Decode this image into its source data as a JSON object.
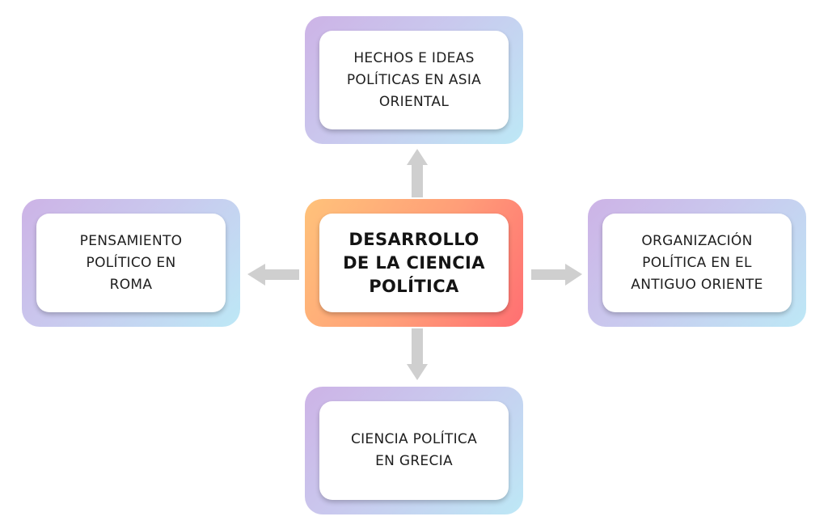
{
  "center": {
    "label": "DESARROLLO\nDE LA CIENCIA\nPOLÍTICA"
  },
  "top": {
    "label": "HECHOS E IDEAS\nPOLÍTICAS EN ASIA\nORIENTAL"
  },
  "left": {
    "label": "PENSAMIENTO\nPOLÍTICO EN\nROMA"
  },
  "right": {
    "label": "ORGANIZACIÓN\nPOLÍTICA EN EL\nANTIGUO ORIENTE"
  },
  "bottom": {
    "label": "CIENCIA POLÍTICA\nEN GRECIA"
  },
  "colors": {
    "outer_gradient": [
      "#cdb3e6",
      "#bde8f6"
    ],
    "center_gradient": [
      "#ffc27a",
      "#ff6f72"
    ],
    "arrow": "#cfcfcf"
  }
}
